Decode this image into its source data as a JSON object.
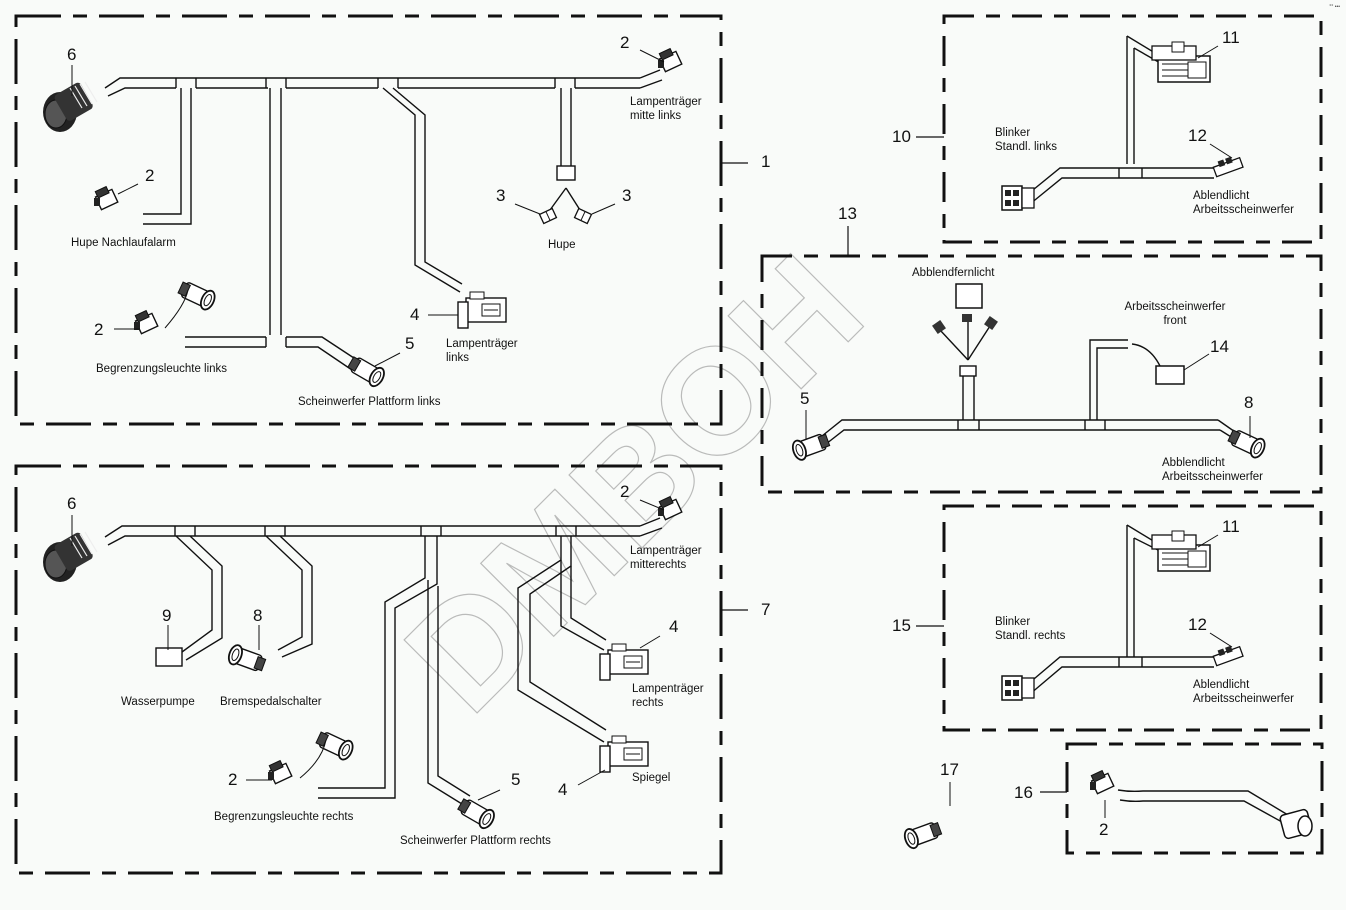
{
  "corner_mark": "°° •••",
  "watermark": "DMBOH",
  "groups": [
    {
      "id": "1",
      "components": [
        {
          "callout": "6",
          "label": ""
        },
        {
          "callout": "2",
          "label": "Hupe Nachlaufalarm"
        },
        {
          "callout": "2",
          "label": "Begrenzungsleuchte links"
        },
        {
          "callout": "5",
          "label": "Scheinwerfer Plattform links"
        },
        {
          "callout": "4",
          "label": "Lampenträger links"
        },
        {
          "callout": "3",
          "label": "Hupe"
        },
        {
          "callout": "2",
          "label": "Lampenträger mitte links"
        }
      ]
    },
    {
      "id": "7",
      "components": [
        {
          "callout": "6",
          "label": ""
        },
        {
          "callout": "9",
          "label": "Wasserpumpe"
        },
        {
          "callout": "8",
          "label": "Bremspedalschalter"
        },
        {
          "callout": "2",
          "label": "Begrenzungsleuchte rechts"
        },
        {
          "callout": "5",
          "label": "Scheinwerfer Plattform rechts"
        },
        {
          "callout": "2",
          "label": "Lampenträger mitterechts"
        },
        {
          "callout": "4",
          "label": "Lampenträger rechts"
        },
        {
          "callout": "4",
          "label": "Spiegel"
        }
      ]
    },
    {
      "id": "10",
      "components": [
        {
          "callout": "11",
          "label": ""
        },
        {
          "callout": "12",
          "label": "Ablendlicht Arbeitsscheinwerfer"
        },
        {
          "callout": "",
          "label": "Blinker Standl. links"
        }
      ]
    },
    {
      "id": "13",
      "components": [
        {
          "callout": "",
          "label": "Abblendfernlicht"
        },
        {
          "callout": "14",
          "label": "Arbeitsscheinwerfer front"
        },
        {
          "callout": "5",
          "label": ""
        },
        {
          "callout": "8",
          "label": "Abblendlicht Arbeitsscheinwerfer"
        }
      ]
    },
    {
      "id": "15",
      "components": [
        {
          "callout": "11",
          "label": ""
        },
        {
          "callout": "12",
          "label": "Ablendlicht Arbeitsscheinwerfer"
        },
        {
          "callout": "",
          "label": "Blinker Standl. rechts"
        }
      ]
    },
    {
      "id": "16",
      "components": [
        {
          "callout": "2",
          "label": ""
        }
      ]
    },
    {
      "id": "17",
      "components": []
    }
  ],
  "text": {
    "g1_num": "1",
    "g1_c6": "6",
    "g1_c2a": "2",
    "g1_hupe_nach": "Hupe Nachlaufalarm",
    "g1_c2b": "2",
    "g1_begr_links": "Begrenzungsleuchte links",
    "g1_c5": "5",
    "g1_schein_links": "Scheinwerfer Plattform links",
    "g1_c4": "4",
    "g1_lampe_links_1": "Lampenträger",
    "g1_lampe_links_2": "links",
    "g1_c3a": "3",
    "g1_c3b": "3",
    "g1_hupe": "Hupe",
    "g1_c2c": "2",
    "g1_lampe_mitte_1": "Lampenträger",
    "g1_lampe_mitte_2": "mitte links",
    "g7_num": "7",
    "g7_c6": "6",
    "g7_c9": "9",
    "g7_wasser": "Wasserpumpe",
    "g7_c8": "8",
    "g7_brems": "Bremspedalschalter",
    "g7_c2a": "2",
    "g7_begr_rechts": "Begrenzungsleuchte rechts",
    "g7_c5": "5",
    "g7_schein_rechts": "Scheinwerfer Plattform rechts",
    "g7_c2b": "2",
    "g7_lampe_mr_1": "Lampenträger",
    "g7_lampe_mr_2": "mitterechts",
    "g7_c4a": "4",
    "g7_lampe_r_1": "Lampenträger",
    "g7_lampe_r_2": "rechts",
    "g7_c4b": "4",
    "g7_spiegel": "Spiegel",
    "g10_num": "10",
    "g10_c11": "11",
    "g10_c12": "12",
    "g10_blinker_1": "Blinker",
    "g10_blinker_2": "Standl. links",
    "g10_abl_1": "Ablendlicht",
    "g10_abl_2": "Arbeitsscheinwerfer",
    "g13_num": "13",
    "g13_abblendfern": "Abblendfernlicht",
    "g13_arbeit_1": "Arbeitsscheinwerfer",
    "g13_arbeit_2": "front",
    "g13_c14": "14",
    "g13_c5": "5",
    "g13_c8": "8",
    "g13_abb_1": "Abblendlicht",
    "g13_abb_2": "Arbeitsscheinwerfer",
    "g15_num": "15",
    "g15_c11": "11",
    "g15_c12": "12",
    "g15_blinker_1": "Blinker",
    "g15_blinker_2": "Standl. rechts",
    "g15_abl_1": "Ablendlicht",
    "g15_abl_2": "Arbeitsscheinwerfer",
    "g16_num": "16",
    "g16_c2": "2",
    "g17_num": "17"
  }
}
